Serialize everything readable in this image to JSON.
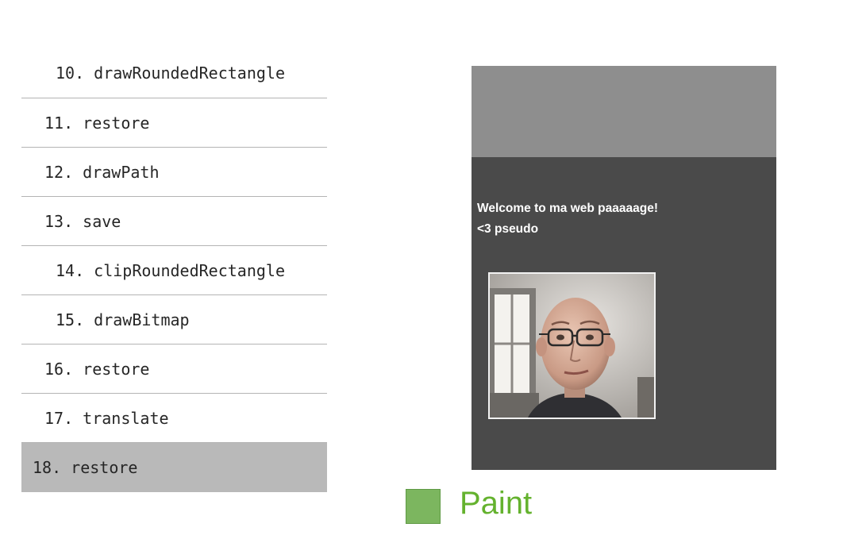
{
  "commands": [
    {
      "label": "10. drawRoundedRectangle",
      "indent": 2
    },
    {
      "label": "11. restore",
      "indent": 1
    },
    {
      "label": "12. drawPath",
      "indent": 1
    },
    {
      "label": "13. save",
      "indent": 1
    },
    {
      "label": "14. clipRoundedRectangle",
      "indent": 2
    },
    {
      "label": "15. drawBitmap",
      "indent": 2
    },
    {
      "label": "16. restore",
      "indent": 1
    },
    {
      "label": "17. translate",
      "indent": 1
    },
    {
      "label": "18. restore",
      "indent": 0
    }
  ],
  "active_command_index": 8,
  "preview": {
    "heading": "Welcome to ma web paaaaage!",
    "subheading": "<3 pseudo",
    "header_color": "#8e8e8e",
    "body_color": "#4a4a4a"
  },
  "legend": {
    "label": "Paint",
    "color": "#64b22e",
    "swatch_color": "#7cb65f"
  }
}
